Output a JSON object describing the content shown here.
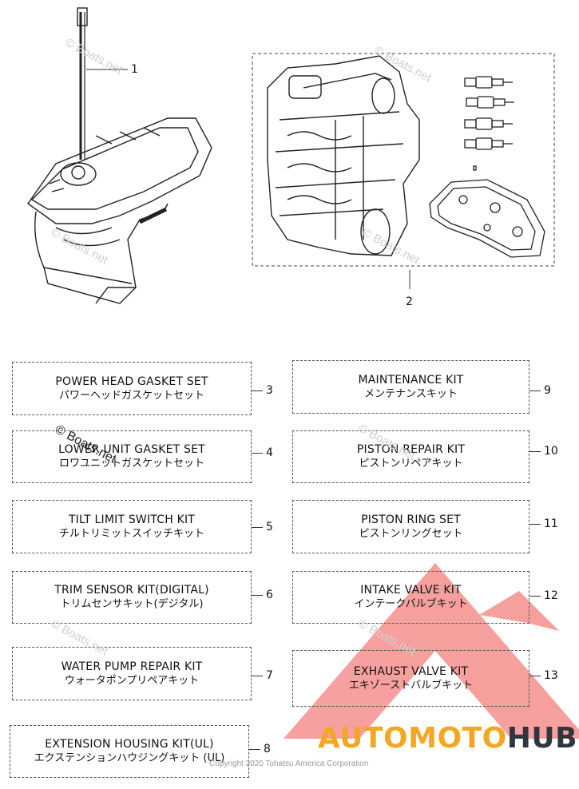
{
  "callouts": {
    "part1": "1",
    "part2": "2"
  },
  "kits_left": [
    {
      "num": "3",
      "en": "POWER HEAD GASKET SET",
      "jp": "パワーヘッドガスケットセット"
    },
    {
      "num": "4",
      "en": "LOWER UNIT GASKET SET",
      "jp": "ロワユニットガスケットセット"
    },
    {
      "num": "5",
      "en": "TILT LIMIT SWITCH KIT",
      "jp": "チルトリミットスイッチキット"
    },
    {
      "num": "6",
      "en": "TRIM SENSOR KIT(DIGITAL)",
      "jp": "トリムセンサキット(デジタル)"
    },
    {
      "num": "7",
      "en": "WATER PUMP REPAIR KIT",
      "jp": "ウォータポンプリペアキット"
    },
    {
      "num": "8",
      "en": "EXTENSION HOUSING KIT(UL)",
      "jp": "エクステンションハウジングキット (UL)"
    }
  ],
  "kits_right": [
    {
      "num": "9",
      "en": "MAINTENANCE KIT",
      "jp": "メンテナンスキット"
    },
    {
      "num": "10",
      "en": "PISTON REPAIR  KIT",
      "jp": "ピストンリペアキット"
    },
    {
      "num": "11",
      "en": "PISTON RING SET",
      "jp": "ピストンリングセット"
    },
    {
      "num": "12",
      "en": "INTAKE VALVE KIT",
      "jp": "インテークバルブキット"
    },
    {
      "num": "13",
      "en": "EXHAUST VALVE KIT",
      "jp": "エキゾーストバルブキット"
    }
  ],
  "watermark": {
    "text": "© Boats.net",
    "text_short": "Boats.net"
  },
  "brand": {
    "part1": "AUTOMOTO",
    "part2": "HUB",
    "accent_color": "#f5a623",
    "logo_color": "#e53935"
  },
  "copyright": "Copyright 2020 Tohatsu America Corporation"
}
